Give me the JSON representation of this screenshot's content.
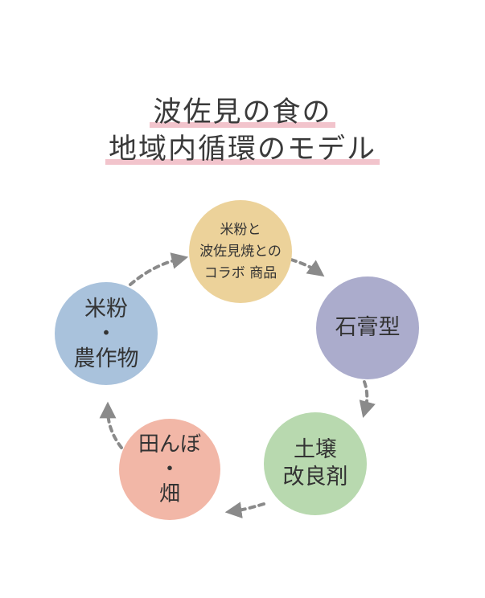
{
  "title": {
    "line1": "波佐見の食の",
    "line2": "地域内循環のモデル"
  },
  "nodes": {
    "top": "米粉と\n波佐見焼との\nコラボ 商品",
    "right": "石膏型",
    "bottom_right": "土壌\n改良剤",
    "bottom_left": "田んぼ\n・\n畑",
    "left": "米粉\n・\n農作物"
  },
  "colors": {
    "top": "#ecd29a",
    "right": "#abaccc",
    "bottom_right": "#b8d9af",
    "bottom_left": "#f2b7a7",
    "left": "#a9c2dc",
    "highlight": "#f2c4cc",
    "arrow": "#8a8a8a"
  }
}
